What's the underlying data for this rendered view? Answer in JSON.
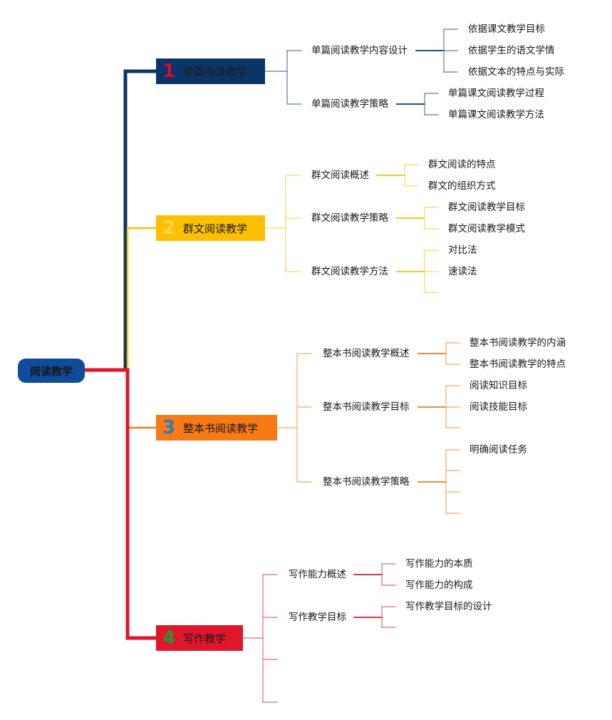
{
  "root": {
    "label": "阅读教学",
    "color": "#0f4c9a"
  },
  "branches": [
    {
      "number": "1",
      "label": "单篇阅读教学",
      "color": "#0b3566",
      "num_color": "#d0102a",
      "topics": [
        {
          "label": "单篇阅读教学内容设计",
          "items": [
            "依据课文教学目标",
            "依据学生的语文学情",
            "依据文本的特点与实际"
          ]
        },
        {
          "label": "单篇阅读教学策略",
          "items": [
            "单篇课文阅读教学过程",
            "单篇课文阅读教学方法"
          ]
        }
      ]
    },
    {
      "number": "2",
      "label": "群文阅读教学",
      "color": "#fcc000",
      "num_color": "#ffd84d",
      "topics": [
        {
          "label": "群文阅读概述",
          "items": [
            "群文阅读的特点",
            "群文的组织方式"
          ]
        },
        {
          "label": "群文阅读教学策略",
          "items": [
            "群文阅读教学目标",
            "群文阅读教学模式"
          ]
        },
        {
          "label": "群文阅读教学方法",
          "items": [
            "对比法",
            "速读法",
            ""
          ]
        }
      ]
    },
    {
      "number": "3",
      "label": "整本书阅读教学",
      "color": "#f77a14",
      "num_color": "#2a7bbf",
      "topics": [
        {
          "label": "整本书阅读教学概述",
          "items": [
            "整本书阅读教学的内涵",
            "整本书阅读教学的特点"
          ]
        },
        {
          "label": "整本书阅读教学目标",
          "items": [
            "阅读知识目标",
            "阅读技能目标",
            ""
          ]
        },
        {
          "label": "整本书阅读教学策略",
          "items": [
            "明确阅读任务",
            "",
            "",
            ""
          ]
        }
      ]
    },
    {
      "number": "4",
      "label": "写作教学",
      "color": "#e0162d",
      "num_color": "#1f9a2e",
      "topics": [
        {
          "label": "写作能力概述",
          "items": [
            "写作能力的本质",
            "写作能力的构成"
          ]
        },
        {
          "label": "写作教学目标",
          "items": [
            "写作教学目标的设计",
            ""
          ]
        },
        {
          "label": "",
          "items": []
        },
        {
          "label": "",
          "items": []
        }
      ]
    }
  ]
}
